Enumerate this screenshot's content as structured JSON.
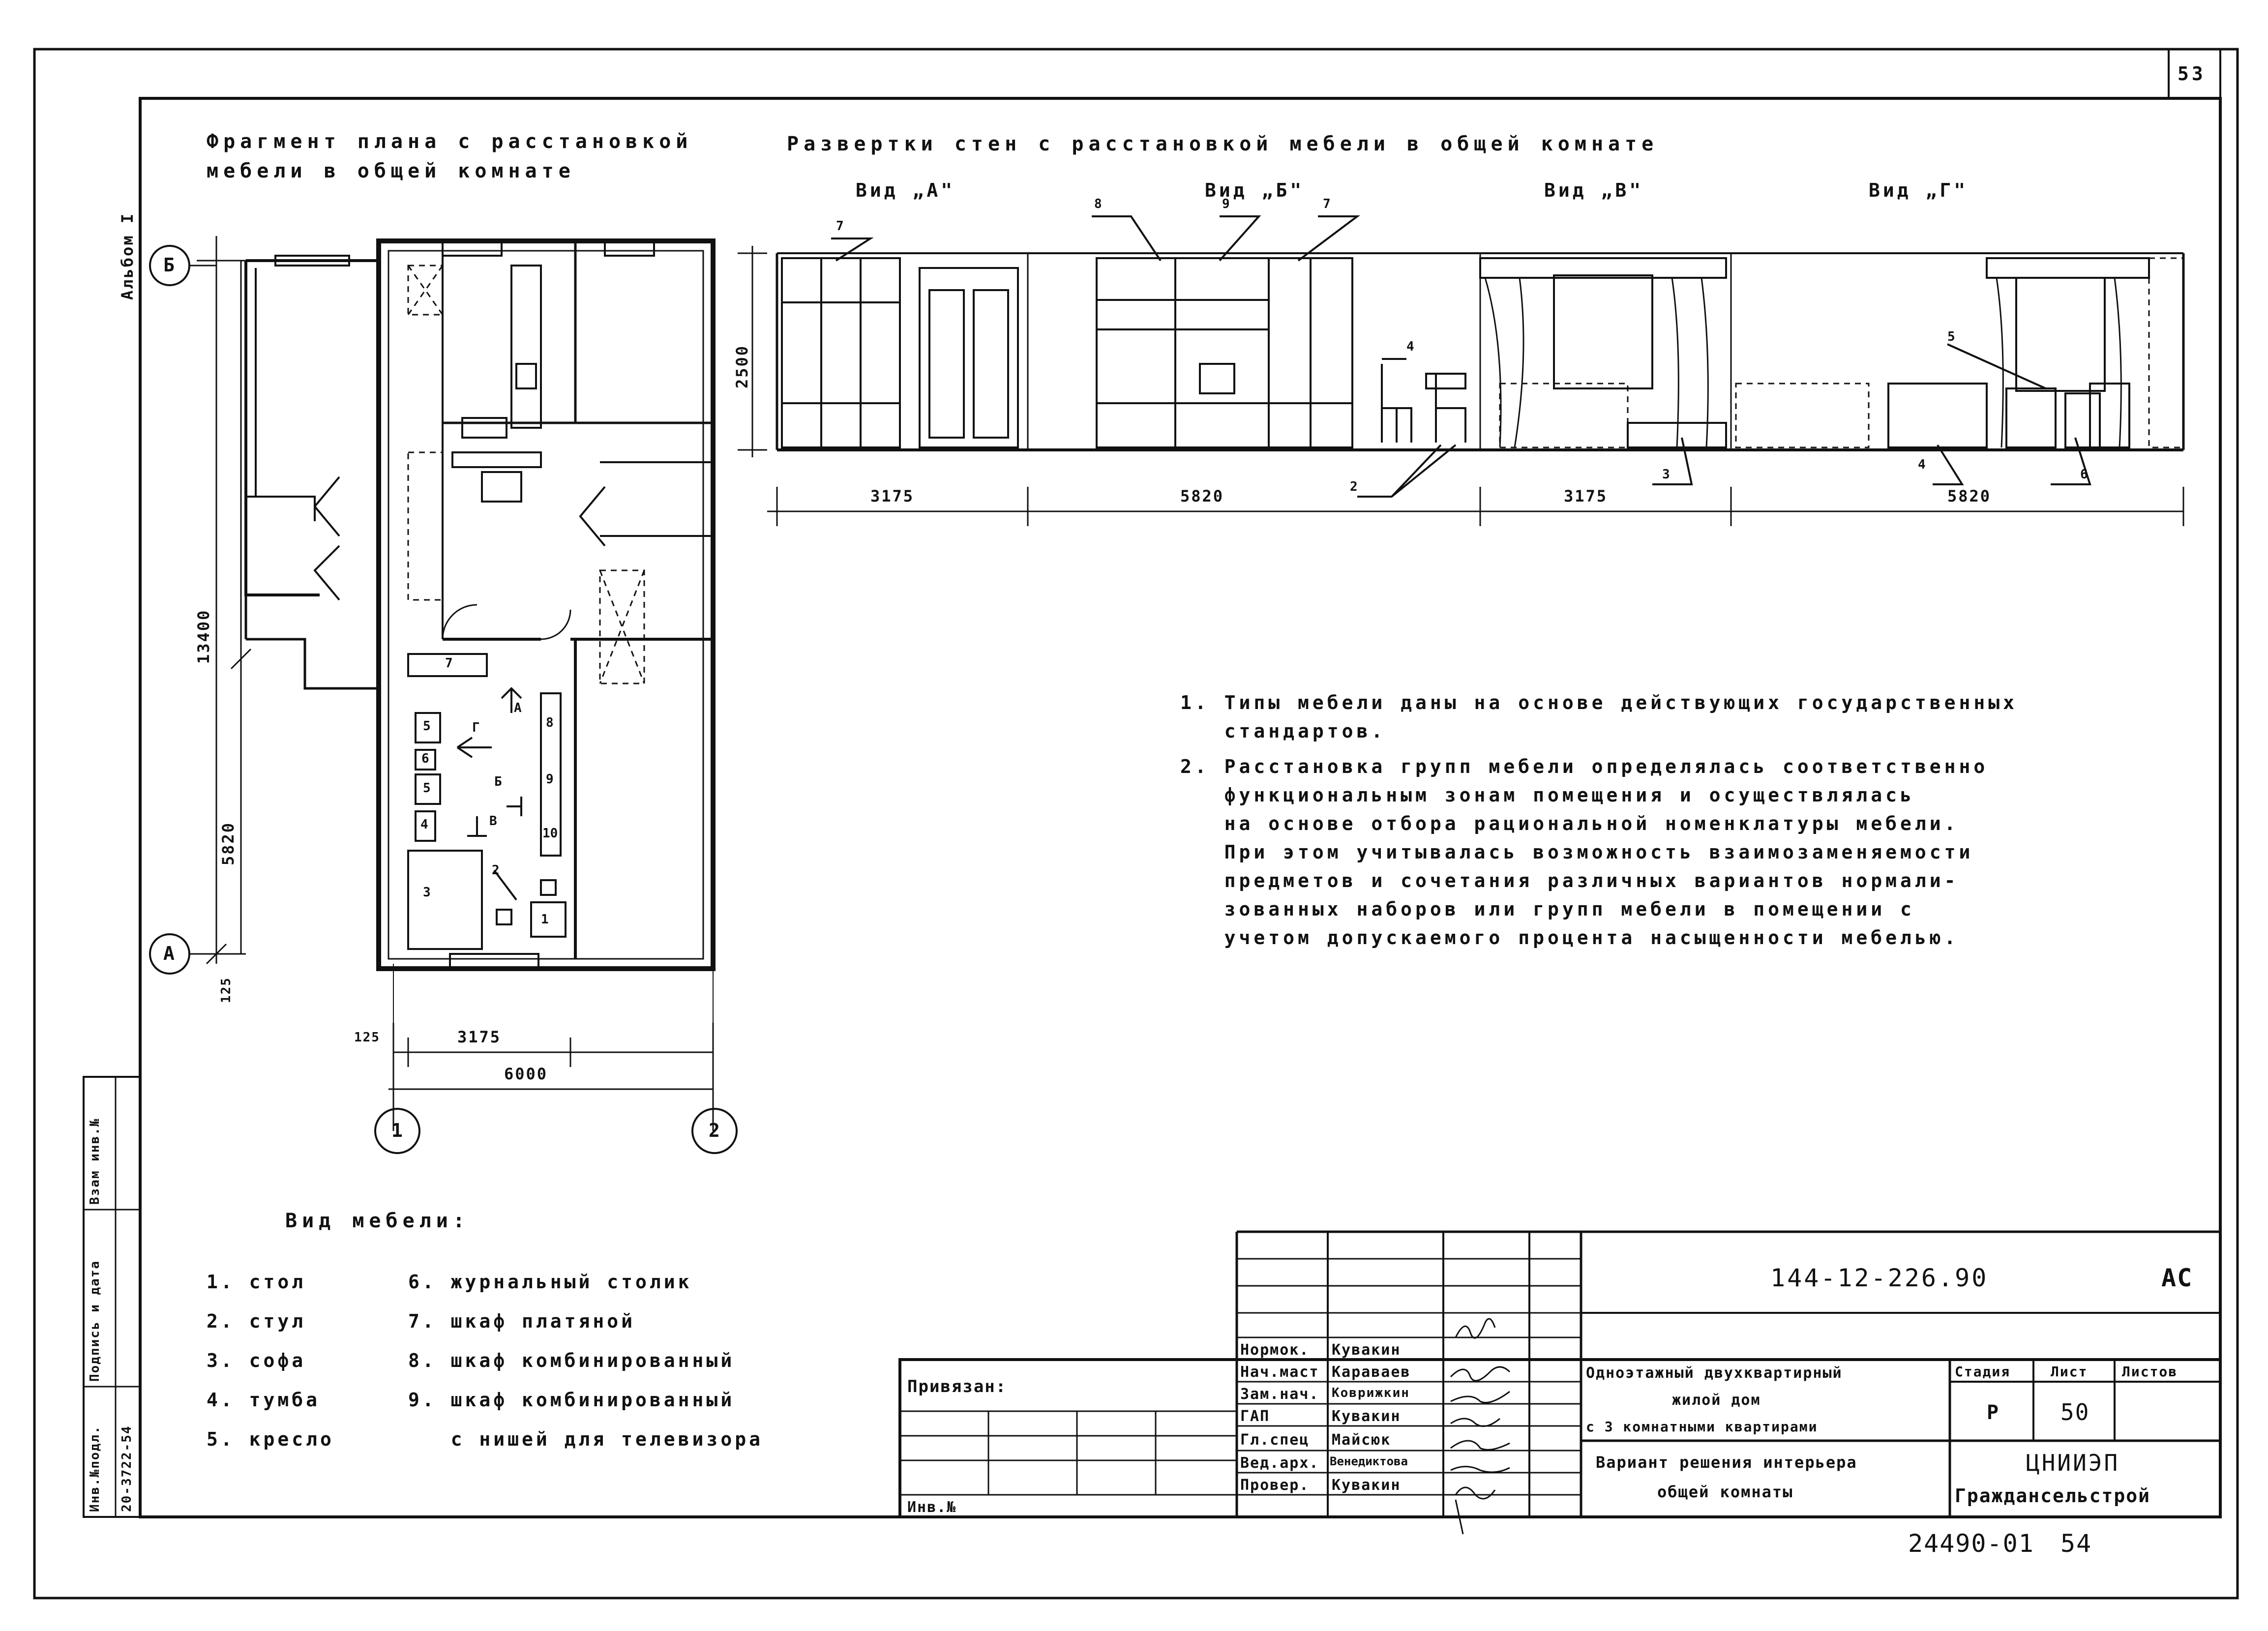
{
  "sheet_number": "53",
  "album_label": "Альбом I",
  "plan": {
    "title_line1": "Фрагмент плана с расстановкой",
    "title_line2": "мебели в общей комнате",
    "axis_b": "Б",
    "axis_a": "А",
    "axis_1": "1",
    "axis_2": "2",
    "dim_13400": "13400",
    "dim_5820": "5820",
    "dim_125_left": "125",
    "dim_125_bottom": "125",
    "dim_3175": "3175",
    "dim_6000": "6000",
    "furniture_marks": [
      "7",
      "5",
      "6",
      "5",
      "4",
      "3",
      "2",
      "1",
      "8",
      "9",
      "10"
    ],
    "view_marks": [
      "А",
      "Б",
      "В",
      "Г"
    ]
  },
  "elevations": {
    "title": "Развертки стен с расстановкой мебели в общей комнате",
    "views": [
      "Вид „А\"",
      "Вид „Б\"",
      "Вид „В\"",
      "Вид „Г\""
    ],
    "height_dim": "2500",
    "dims": [
      "3175",
      "5820",
      "3175",
      "5820"
    ],
    "callouts": [
      "7",
      "8",
      "9",
      "7",
      "4",
      "2",
      "3",
      "5",
      "4",
      "6"
    ]
  },
  "notes": [
    "1. Типы мебели даны на основе действующих государственных\n   стандартов.",
    "2. Расстановка групп мебели определялась соответственно\n   функциональным зонам помещения и осуществлялась\n   на основе отбора рациональной номенклатуры мебели.\n   При этом учитывалась возможность взаимозаменяемости\n   предметов и сочетания различных вариантов нормали-\n   зованных наборов или групп мебели в помещении с\n   учетом допускаемого процента насыщенности мебелью."
  ],
  "legend": {
    "title": "Вид мебели:",
    "col1": [
      "1. стол",
      "2. стул",
      "3. софа",
      "4. тумба",
      "5. кресло"
    ],
    "col2": [
      "6. журнальный столик",
      "7. шкаф платяной",
      "8. шкаф комбинированный",
      "9. шкаф комбинированный",
      "   с нишей для телевизора"
    ]
  },
  "side_stamp": {
    "inv_orig": "Инв.№подл.",
    "inv_value": "20-3722-54",
    "sign_date": "Подпись и дата",
    "vzam": "Взам инв.№"
  },
  "title_block": {
    "privyazan": "Привязан:",
    "inv_no": "Инв.№",
    "doc_code": "144-12-226.90",
    "mark": "АС",
    "roles": [
      "Нормок.",
      "Нач.маст",
      "Зам.нач.",
      "ГАП",
      "Гл.спец",
      "Вед.арх.",
      "Провер."
    ],
    "names": [
      "Кувакин",
      "Караваев",
      "Коврижкин",
      "Кувакин",
      "Майсюк",
      "Венедиктова",
      "Кувакин"
    ],
    "project_line1": "Одноэтажный двухквартирный",
    "project_line2": "жилой дом",
    "project_line3": "с 3 комнатными квартирами",
    "sheet_title_line1": "Вариант решения интерьера",
    "sheet_title_line2": "общей комнаты",
    "stage_label": "Стадия",
    "sheet_label": "Лист",
    "sheets_label": "Листов",
    "stage_value": "Р",
    "sheet_value": "50",
    "org_line1": "ЦНИИЭП",
    "org_line2": "Граждансельстрой"
  },
  "footer_code": "24490-01",
  "footer_page": "54"
}
